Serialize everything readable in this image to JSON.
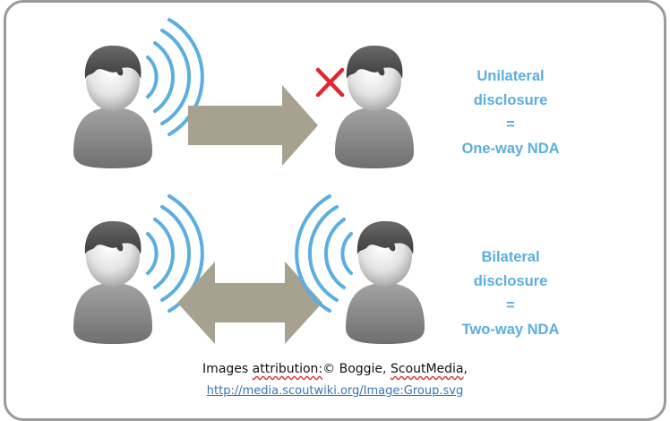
{
  "rows": [
    {
      "label_lines": [
        "Unilateral",
        "disclosure",
        "=",
        "One-way NDA"
      ],
      "arrow": "one-way",
      "left_person_waves": true,
      "right_person_waves": false,
      "blocked_marker_icon": "x-mark-icon"
    },
    {
      "label_lines": [
        "Bilateral",
        "disclosure",
        "=",
        "Two-way NDA"
      ],
      "arrow": "two-way",
      "left_person_waves": true,
      "right_person_waves": true
    }
  ],
  "attribution": {
    "prefix": "Images ",
    "word_attribution": "attribution:",
    "middle": "© Boggie, ",
    "word_scoutmedia": "ScoutMedia",
    "suffix": ",",
    "link_text": "http://media.scoutwiki.org/Image:Group.svg"
  },
  "colors": {
    "label": "#5aaee0",
    "arrow": "#a7a190",
    "person_body": "#8c8c8c",
    "person_hair": "#4a4a4a",
    "waves": "#5aaee0",
    "x_mark": "#e0262e",
    "frame": "#9a9a9a"
  }
}
